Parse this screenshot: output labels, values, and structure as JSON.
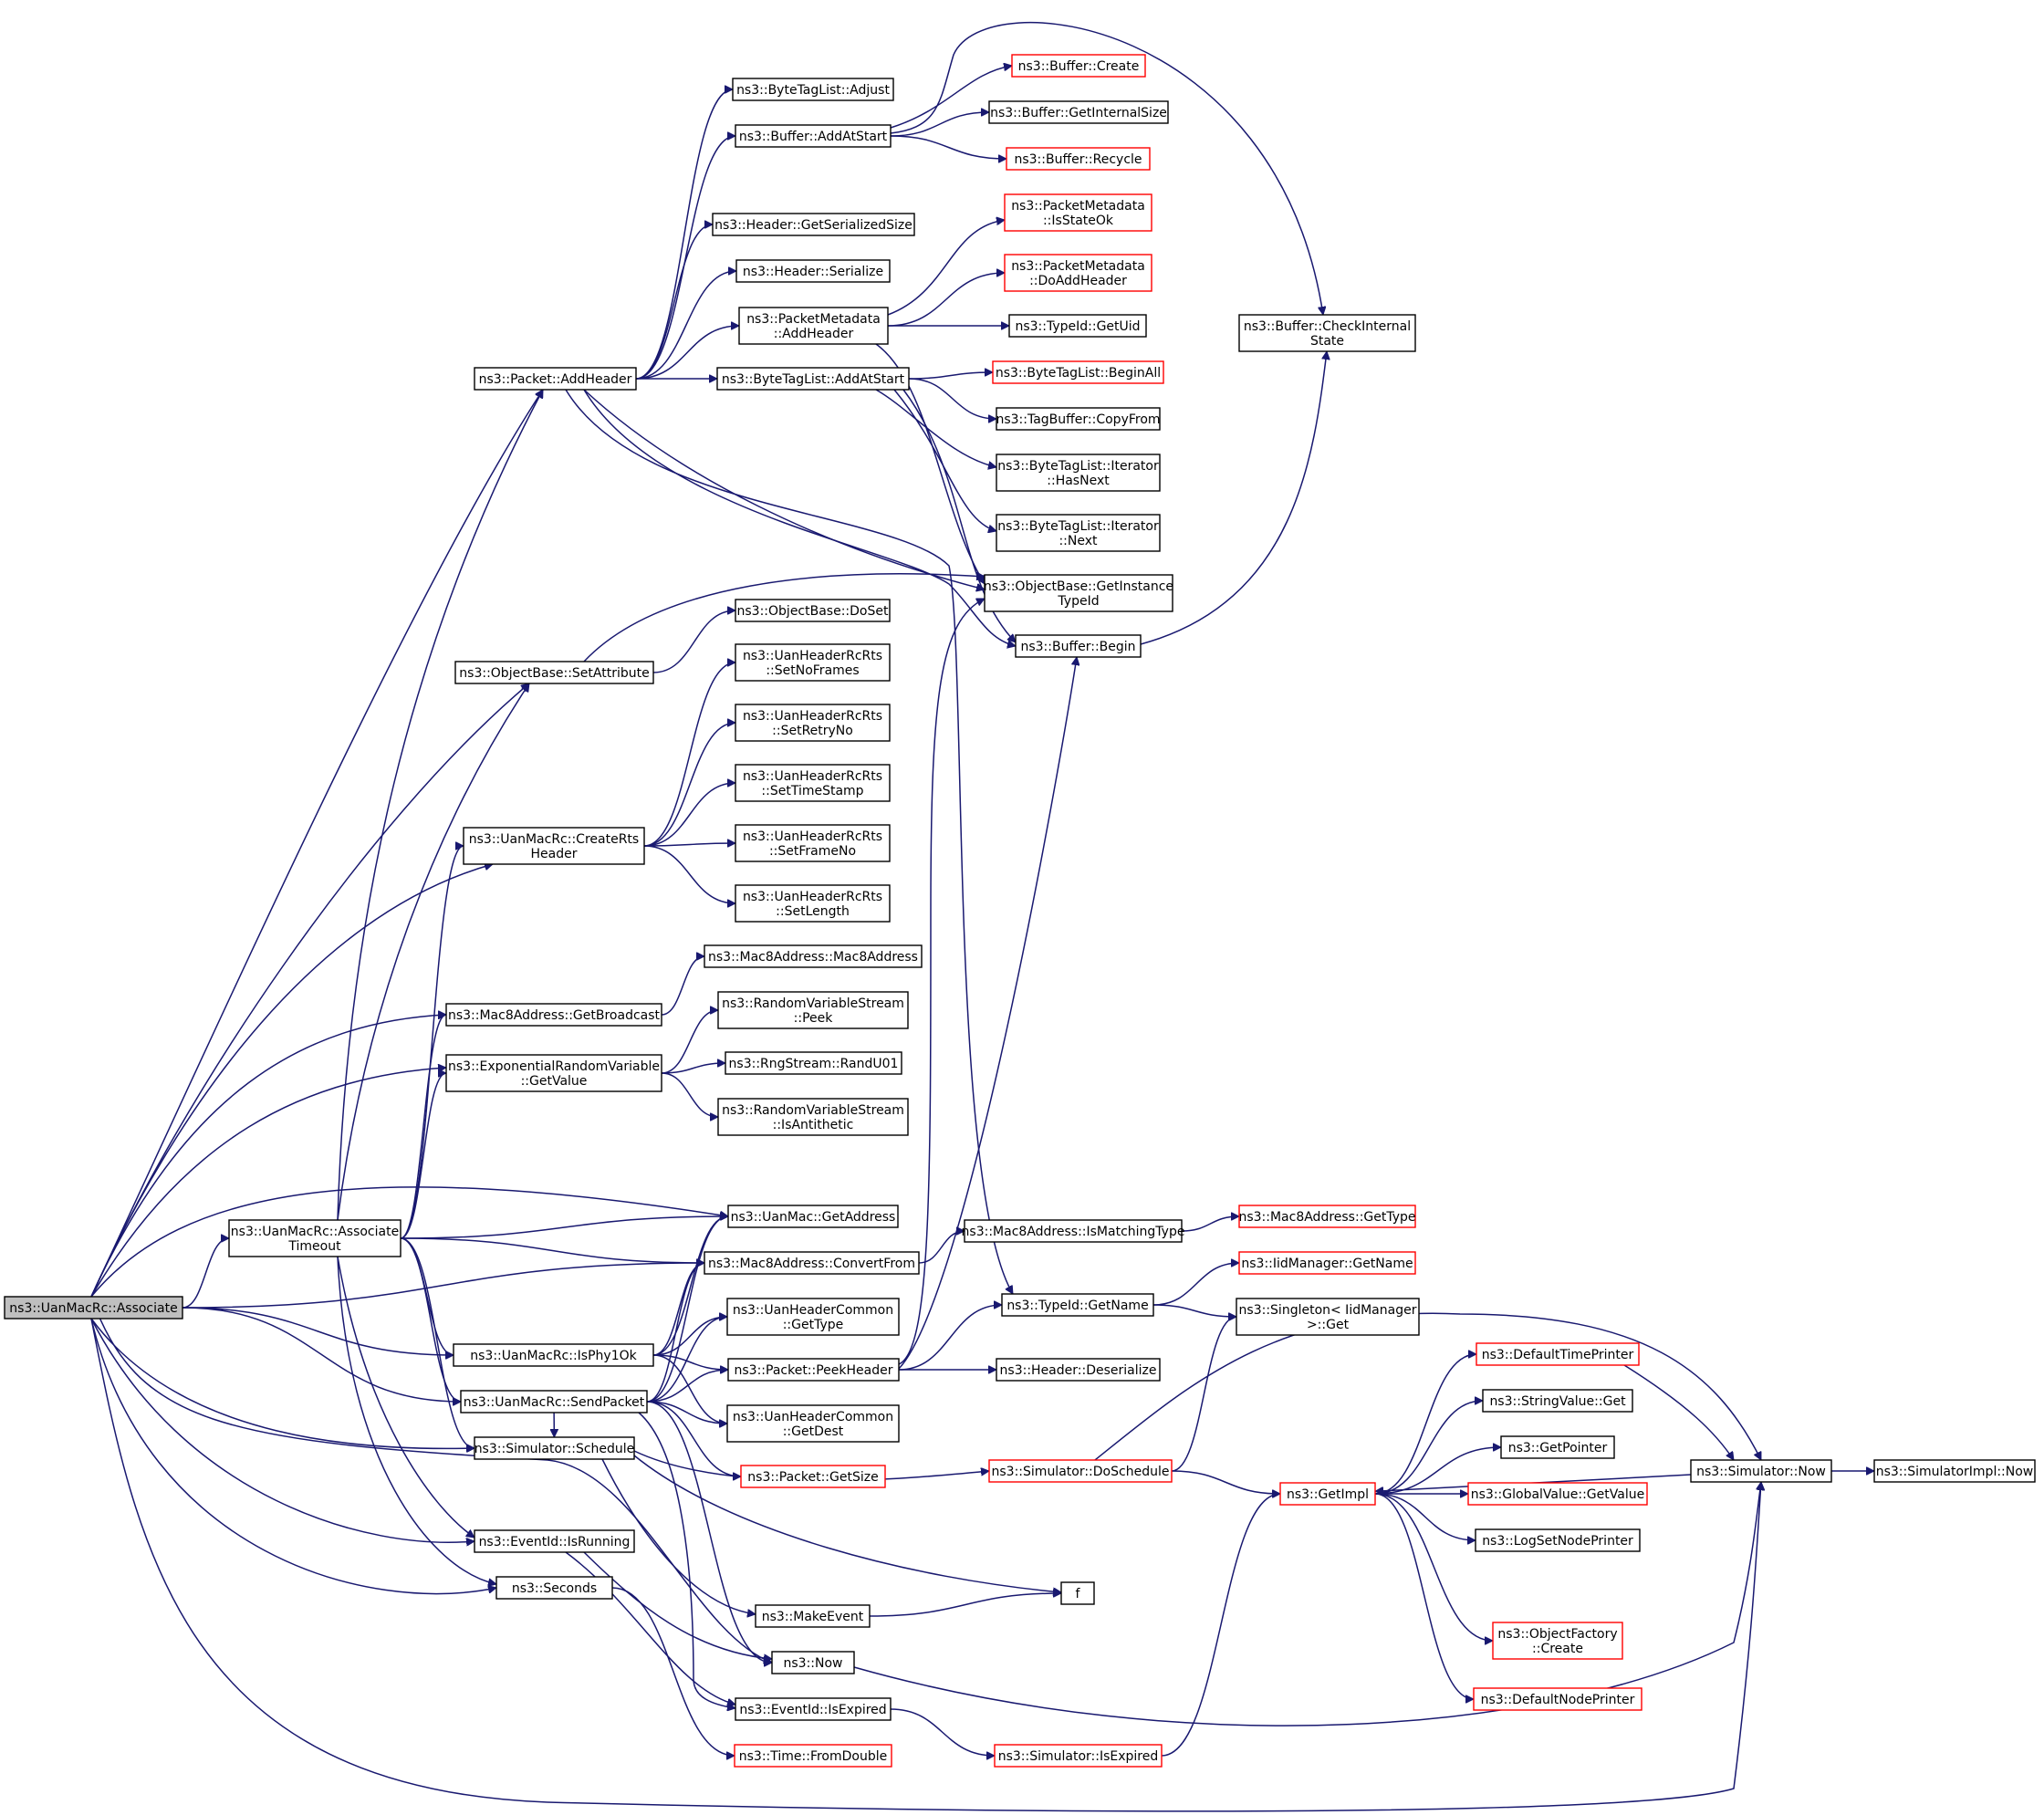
{
  "diagram": {
    "type": "call-graph",
    "colors": {
      "edge": "#191970",
      "root_fill": "#bfbfbf",
      "default_border": "#000000",
      "incomplete_border": "#ff0000"
    },
    "nodes": [
      {
        "id": "root",
        "label": [
          "ns3::UanMacRc::Associate"
        ],
        "style": "root"
      },
      {
        "id": "assocTimeout",
        "label": [
          "ns3::UanMacRc::Associate",
          "Timeout"
        ]
      },
      {
        "id": "addHeader",
        "label": [
          "ns3::Packet::AddHeader"
        ]
      },
      {
        "id": "setAttribute",
        "label": [
          "ns3::ObjectBase::SetAttribute"
        ]
      },
      {
        "id": "createRts",
        "label": [
          "ns3::UanMacRc::CreateRts",
          "Header"
        ]
      },
      {
        "id": "getBroadcast",
        "label": [
          "ns3::Mac8Address::GetBroadcast"
        ]
      },
      {
        "id": "expGetValue",
        "label": [
          "ns3::ExponentialRandomVariable",
          "::GetValue"
        ]
      },
      {
        "id": "isPhy1Ok",
        "label": [
          "ns3::UanMacRc::IsPhy1Ok"
        ]
      },
      {
        "id": "sendPacket",
        "label": [
          "ns3::UanMacRc::SendPacket"
        ]
      },
      {
        "id": "schedule",
        "label": [
          "ns3::Simulator::Schedule"
        ]
      },
      {
        "id": "isRunning",
        "label": [
          "ns3::EventId::IsRunning"
        ]
      },
      {
        "id": "seconds",
        "label": [
          "ns3::Seconds"
        ]
      },
      {
        "id": "btlAdjust",
        "label": [
          "ns3::ByteTagList::Adjust"
        ]
      },
      {
        "id": "bufAddAtStart",
        "label": [
          "ns3::Buffer::AddAtStart"
        ]
      },
      {
        "id": "hdrGetSerSize",
        "label": [
          "ns3::Header::GetSerializedSize"
        ]
      },
      {
        "id": "hdrSerialize",
        "label": [
          "ns3::Header::Serialize"
        ]
      },
      {
        "id": "pmAddHeader",
        "label": [
          "ns3::PacketMetadata",
          "::AddHeader"
        ]
      },
      {
        "id": "btlAddAtStart",
        "label": [
          "ns3::ByteTagList::AddAtStart"
        ]
      },
      {
        "id": "obDoSet",
        "label": [
          "ns3::ObjectBase::DoSet"
        ]
      },
      {
        "id": "setNoFrames",
        "label": [
          "ns3::UanHeaderRcRts",
          "::SetNoFrames"
        ]
      },
      {
        "id": "setRetryNo",
        "label": [
          "ns3::UanHeaderRcRts",
          "::SetRetryNo"
        ]
      },
      {
        "id": "setTimeStamp",
        "label": [
          "ns3::UanHeaderRcRts",
          "::SetTimeStamp"
        ]
      },
      {
        "id": "setFrameNo",
        "label": [
          "ns3::UanHeaderRcRts",
          "::SetFrameNo"
        ]
      },
      {
        "id": "setLength",
        "label": [
          "ns3::UanHeaderRcRts",
          "::SetLength"
        ]
      },
      {
        "id": "mac8Ctor",
        "label": [
          "ns3::Mac8Address::Mac8Address"
        ]
      },
      {
        "id": "rvsPeek",
        "label": [
          "ns3::RandomVariableStream",
          "::Peek"
        ]
      },
      {
        "id": "randU01",
        "label": [
          "ns3::RngStream::RandU01"
        ]
      },
      {
        "id": "rvsAnti",
        "label": [
          "ns3::RandomVariableStream",
          "::IsAntithetic"
        ]
      },
      {
        "id": "uanGetAddress",
        "label": [
          "ns3::UanMac::GetAddress"
        ]
      },
      {
        "id": "convertFrom",
        "label": [
          "ns3::Mac8Address::ConvertFrom"
        ]
      },
      {
        "id": "hcGetType",
        "label": [
          "ns3::UanHeaderCommon",
          "::GetType"
        ]
      },
      {
        "id": "peekHeader",
        "label": [
          "ns3::Packet::PeekHeader"
        ]
      },
      {
        "id": "hcGetDest",
        "label": [
          "ns3::UanHeaderCommon",
          "::GetDest"
        ]
      },
      {
        "id": "pktGetSize",
        "label": [
          "ns3::Packet::GetSize"
        ],
        "style": "red"
      },
      {
        "id": "makeEvent",
        "label": [
          "ns3::MakeEvent"
        ]
      },
      {
        "id": "now",
        "label": [
          "ns3::Now"
        ]
      },
      {
        "id": "isExpired",
        "label": [
          "ns3::EventId::IsExpired"
        ]
      },
      {
        "id": "fromDouble",
        "label": [
          "ns3::Time::FromDouble"
        ],
        "style": "red"
      },
      {
        "id": "bufCreate",
        "label": [
          "ns3::Buffer::Create"
        ],
        "style": "red"
      },
      {
        "id": "bufGetIntSize",
        "label": [
          "ns3::Buffer::GetInternalSize"
        ]
      },
      {
        "id": "bufRecycle",
        "label": [
          "ns3::Buffer::Recycle"
        ],
        "style": "red"
      },
      {
        "id": "pmIsStateOk",
        "label": [
          "ns3::PacketMetadata",
          "::IsStateOk"
        ],
        "style": "red"
      },
      {
        "id": "pmDoAddHeader",
        "label": [
          "ns3::PacketMetadata",
          "::DoAddHeader"
        ],
        "style": "red"
      },
      {
        "id": "tidGetUid",
        "label": [
          "ns3::TypeId::GetUid"
        ]
      },
      {
        "id": "btlBeginAll",
        "label": [
          "ns3::ByteTagList::BeginAll"
        ],
        "style": "red"
      },
      {
        "id": "tbCopyFrom",
        "label": [
          "ns3::TagBuffer::CopyFrom"
        ]
      },
      {
        "id": "btlHasNext",
        "label": [
          "ns3::ByteTagList::Iterator",
          "::HasNext"
        ]
      },
      {
        "id": "btlNext",
        "label": [
          "ns3::ByteTagList::Iterator",
          "::Next"
        ]
      },
      {
        "id": "obGetInstTid",
        "label": [
          "ns3::ObjectBase::GetInstance",
          "TypeId"
        ]
      },
      {
        "id": "bufBegin",
        "label": [
          "ns3::Buffer::Begin"
        ]
      },
      {
        "id": "isMatchingType",
        "label": [
          "ns3::Mac8Address::IsMatchingType"
        ]
      },
      {
        "id": "tidGetName",
        "label": [
          "ns3::TypeId::GetName"
        ]
      },
      {
        "id": "hdrDeserialize",
        "label": [
          "ns3::Header::Deserialize"
        ]
      },
      {
        "id": "doSchedule",
        "label": [
          "ns3::Simulator::DoSchedule"
        ],
        "style": "red"
      },
      {
        "id": "fFunc",
        "label": [
          "f"
        ]
      },
      {
        "id": "simIsExpired",
        "label": [
          "ns3::Simulator::IsExpired"
        ],
        "style": "red"
      },
      {
        "id": "bufCheckInt",
        "label": [
          "ns3::Buffer::CheckInternal",
          "State"
        ]
      },
      {
        "id": "mac8GetType",
        "label": [
          "ns3::Mac8Address::GetType"
        ],
        "style": "red"
      },
      {
        "id": "iidGetName",
        "label": [
          "ns3::IidManager::GetName"
        ],
        "style": "red"
      },
      {
        "id": "singletonGet",
        "label": [
          "ns3::Singleton< IidManager",
          " >::Get"
        ]
      },
      {
        "id": "getImpl",
        "label": [
          "ns3::GetImpl"
        ],
        "style": "red"
      },
      {
        "id": "defTimePrinter",
        "label": [
          "ns3::DefaultTimePrinter"
        ],
        "style": "red"
      },
      {
        "id": "strValGet",
        "label": [
          "ns3::StringValue::Get"
        ]
      },
      {
        "id": "getPointer",
        "label": [
          "ns3::GetPointer"
        ]
      },
      {
        "id": "gvGetValue",
        "label": [
          "ns3::GlobalValue::GetValue"
        ],
        "style": "red"
      },
      {
        "id": "logSetNode",
        "label": [
          "ns3::LogSetNodePrinter"
        ]
      },
      {
        "id": "objFactCreate",
        "label": [
          "ns3::ObjectFactory",
          "::Create"
        ],
        "style": "red"
      },
      {
        "id": "defNodePrinter",
        "label": [
          "ns3::DefaultNodePrinter"
        ],
        "style": "red"
      },
      {
        "id": "simNow",
        "label": [
          "ns3::Simulator::Now"
        ]
      },
      {
        "id": "simImplNow",
        "label": [
          "ns3::SimulatorImpl::Now"
        ]
      }
    ]
  }
}
